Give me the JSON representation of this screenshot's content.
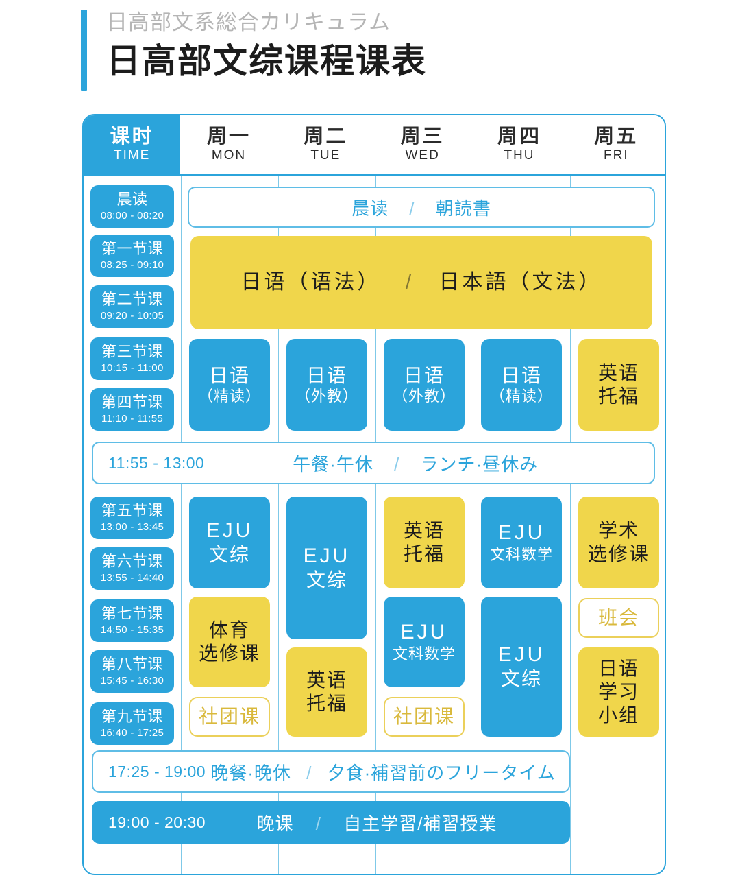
{
  "header": {
    "subtitle": "日高部文系総合カリキュラム",
    "title": "日高部文综课程课表",
    "accent_color": "#2BA4DB"
  },
  "colors": {
    "blue": "#2BA4DB",
    "yellow": "#F0D64B",
    "grid_line": "#7FC9E8",
    "subtitle_gray": "#b5b5b5"
  },
  "table": {
    "columns": [
      {
        "cn": "课时",
        "en": "TIME"
      },
      {
        "cn": "周一",
        "en": "MON"
      },
      {
        "cn": "周二",
        "en": "TUE"
      },
      {
        "cn": "周三",
        "en": "WED"
      },
      {
        "cn": "周四",
        "en": "THU"
      },
      {
        "cn": "周五",
        "en": "FRI"
      }
    ],
    "periods": [
      {
        "name": "晨读",
        "range": "08:00 - 08:20"
      },
      {
        "name": "第一节课",
        "range": "08:25 - 09:10"
      },
      {
        "name": "第二节课",
        "range": "09:20 - 10:05"
      },
      {
        "name": "第三节课",
        "range": "10:15 - 11:00"
      },
      {
        "name": "第四节课",
        "range": "11:10 - 11:55"
      },
      {
        "name": "第五节课",
        "range": "13:00 - 13:45"
      },
      {
        "name": "第六节课",
        "range": "13:55 - 14:40"
      },
      {
        "name": "第七节课",
        "range": "14:50 - 15:35"
      },
      {
        "name": "第八节课",
        "range": "15:45 - 16:30"
      },
      {
        "name": "第九节课",
        "range": "16:40 - 17:25"
      }
    ],
    "banners": {
      "morning_reading": {
        "cn": "晨读",
        "sep": "/",
        "jp": "朝読書"
      },
      "lunch": {
        "time": "11:55 - 13:00",
        "cn": "午餐·午休",
        "sep": "/",
        "jp": "ランチ·昼休み"
      },
      "dinner": {
        "time": "17:25 - 19:00",
        "cn": "晚餐·晚休",
        "sep": "/",
        "jp": "夕食·補習前のフリータイム"
      },
      "evening": {
        "time": "19:00 - 20:30",
        "cn": "晚课",
        "sep": "/",
        "jp": "自主学習/補習授業"
      }
    },
    "grammar_block": {
      "cn": "日语（语法）",
      "sep": "/",
      "jp": "日本語（文法）"
    },
    "cells": {
      "mon_p34": {
        "l1": "日语",
        "l2": "（精读）"
      },
      "tue_p34": {
        "l1": "日语",
        "l2": "（外教）"
      },
      "wed_p34": {
        "l1": "日语",
        "l2": "（外教）"
      },
      "thu_p34": {
        "l1": "日语",
        "l2": "（精读）"
      },
      "fri_p34": {
        "l1": "英语",
        "l2": "托福"
      },
      "mon_a1": {
        "l1": "EJU",
        "l2": "文综"
      },
      "mon_a2": {
        "l1": "体育",
        "l2": "选修课"
      },
      "mon_a3": {
        "l1": "社团课"
      },
      "tue_a1": {
        "l1": "EJU",
        "l2": "文综"
      },
      "tue_a2": {
        "l1": "英语",
        "l2": "托福"
      },
      "wed_a1": {
        "l1": "英语",
        "l2": "托福"
      },
      "wed_a2": {
        "l1": "EJU",
        "l2": "文科数学"
      },
      "wed_a3": {
        "l1": "社团课"
      },
      "thu_a1": {
        "l1": "EJU",
        "l2": "文科数学"
      },
      "thu_a2": {
        "l1": "EJU",
        "l2": "文综"
      },
      "fri_a1": {
        "l1": "学术",
        "l2": "选修课"
      },
      "fri_a2": {
        "l1": "班会"
      },
      "fri_a3": {
        "l1": "日语",
        "l2": "学习",
        "l3": "小组"
      }
    }
  }
}
